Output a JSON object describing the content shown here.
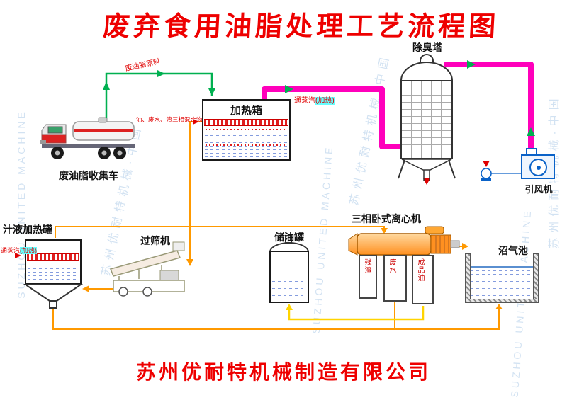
{
  "title": "废弃食用油脂处理工艺流程图",
  "company": "苏州优耐特机械制造有限公司",
  "watermarks": [
    {
      "text": "SUZHOU UNITED MACHINE"
    },
    {
      "text": "苏州优耐特机械·中国"
    },
    {
      "text": "SUZHOU UNITED MACHINE"
    },
    {
      "text": "苏州优耐特机械·中国"
    },
    {
      "text": "SUZHOU UNITED MACHINE"
    },
    {
      "text": "苏州优耐特机械·中国"
    }
  ],
  "equipment": {
    "truck": {
      "label": "废油脂收集车"
    },
    "heating_box": {
      "label": "加热箱"
    },
    "tower": {
      "label": "除臭塔"
    },
    "fan": {
      "label": "引风机"
    },
    "juice_tank": {
      "label": "汁液加热罐"
    },
    "screener": {
      "label": "过筛机"
    },
    "oil_tank": {
      "label": "储油罐"
    },
    "centrifuge": {
      "label": "三相卧式离心机",
      "outputs": [
        "残渣",
        "废水",
        "成品油"
      ]
    },
    "biogas_pool": {
      "label": "沼气池"
    }
  },
  "flow_labels": {
    "raw_material": "废油脂原料",
    "mixture": "油、废水、渣三相混合物",
    "steam1_prefix": "通蒸汽",
    "steam1_suffix": "(加热)",
    "steam2_prefix": "通蒸汽",
    "steam2_suffix": "(加热)"
  },
  "colors": {
    "title_red": "#ee0000",
    "line_green": "#00b050",
    "pipe_magenta": "#ff00bb",
    "line_orange": "#ff9900",
    "line_yellow": "#ffd400",
    "highlight_cyan": "#66ffff",
    "watermark_blue": "#b5d0ea"
  }
}
